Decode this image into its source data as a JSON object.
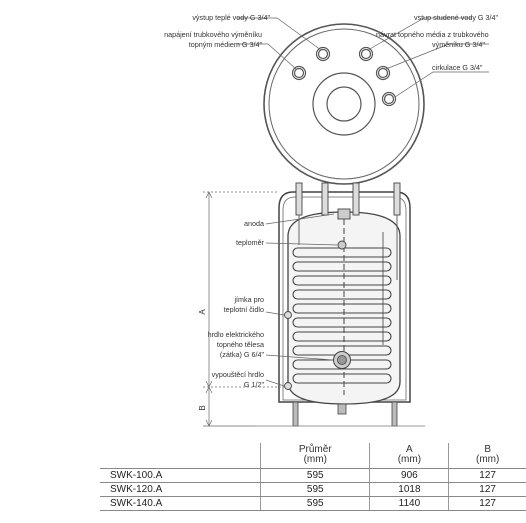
{
  "top_view_labels": {
    "hot_water_outlet": "výstup teplé vody G 3/4\"",
    "coil_inlet_line1": "napájení trubkového výměníku",
    "coil_inlet_line2": "topným médiem G 3/4\"",
    "cold_water_inlet": "vstup studené vody G 3/4\"",
    "coil_return_line1": "návrat topného média z trubkového",
    "coil_return_line2": "výměníku G 3/4\"",
    "circulation": "cirkulace G 3/4\""
  },
  "side_view_labels": {
    "anode": "anoda",
    "thermometer": "teploměr",
    "sensor_well_line1": "jímka pro",
    "sensor_well_line2": "teplotní čidlo",
    "heater_flange_line1": "hrdlo elektrického",
    "heater_flange_line2": "topného tělesa",
    "heater_flange_line3": "(zátka) G 6/4\"",
    "drain_line1": "vypouštěcí hrdlo",
    "drain_line2": "G 1/2\"",
    "dim_a": "A",
    "dim_b": "B"
  },
  "table": {
    "headers": [
      {
        "line1": "Průměr",
        "line2": "(mm)"
      },
      {
        "line1": "A",
        "line2": "(mm)"
      },
      {
        "line1": "B",
        "line2": "(mm)"
      }
    ],
    "rows": [
      {
        "model": "SWK-100.A",
        "diameter": "595",
        "a": "906",
        "b": "127"
      },
      {
        "model": "SWK-120.A",
        "diameter": "595",
        "a": "1018",
        "b": "127"
      },
      {
        "model": "SWK-140.A",
        "diameter": "595",
        "a": "1140",
        "b": "127"
      }
    ]
  }
}
